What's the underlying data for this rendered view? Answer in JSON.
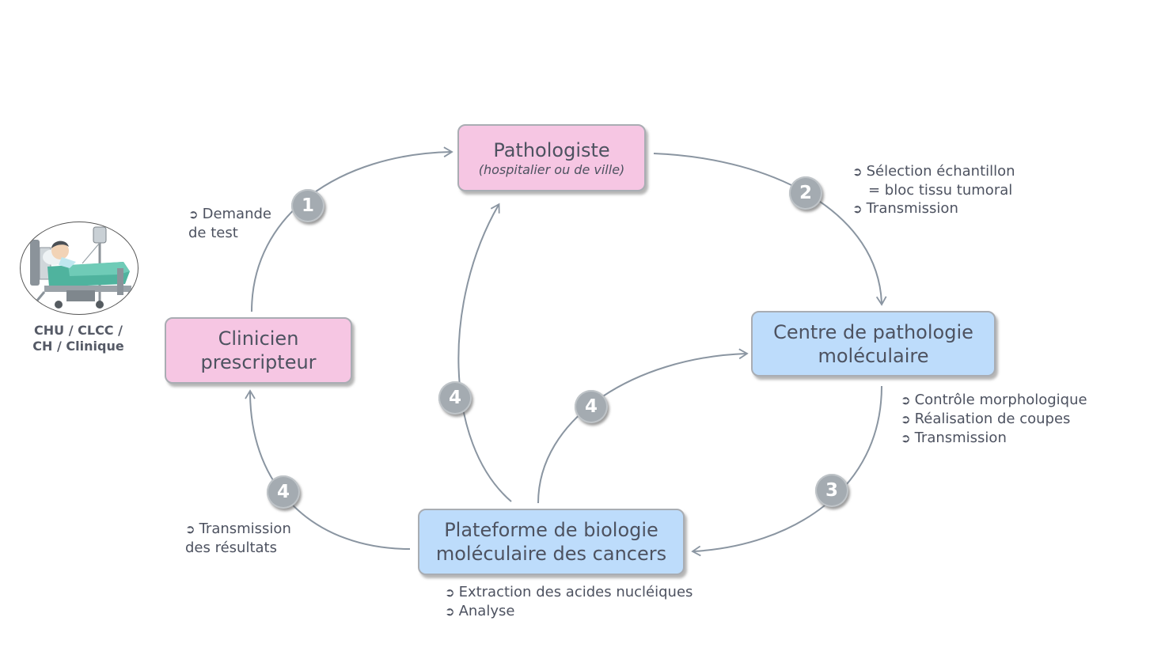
{
  "boxes": {
    "pathologiste": {
      "title": "Pathologiste",
      "subtitle": "(hospitalier ou de ville)"
    },
    "clinicien": {
      "line1": "Clinicien",
      "line2": "prescripteur"
    },
    "centre": {
      "line1": "Centre de pathologie",
      "line2": "moléculaire"
    },
    "plateforme": {
      "line1": "Plateforme de biologie",
      "line2": "moléculaire des cancers"
    }
  },
  "badges": {
    "b1": "1",
    "b2": "2",
    "b3": "3",
    "b4a": "4",
    "b4b": "4",
    "b4c": "4"
  },
  "notes": {
    "demande": {
      "line1": "Demande",
      "line2": "de test"
    },
    "selection": {
      "line1": "Sélection échantillon",
      "line2": "= bloc tissu tumoral",
      "line3": "Transmission"
    },
    "controle": {
      "line1": "Contrôle morphologique",
      "line2": "Réalisation de coupes",
      "line3": "Transmission"
    },
    "resultats": {
      "line1": "Transmission",
      "line2": "des résultats"
    },
    "extraction": {
      "line1": "Extraction des acides nucléiques",
      "line2": "Analyse"
    }
  },
  "site": {
    "line1": "CHU / CLCC /",
    "line2": "CH / Clinique"
  },
  "bullet_symbol": "➲",
  "colors": {
    "pink_box": "#f6c6e3",
    "blue_box": "#bddcfb",
    "badge": "#a4abb1",
    "arrow": "#8a95a1"
  },
  "icons": {
    "patient": "patient-in-hospital-bed-icon"
  }
}
